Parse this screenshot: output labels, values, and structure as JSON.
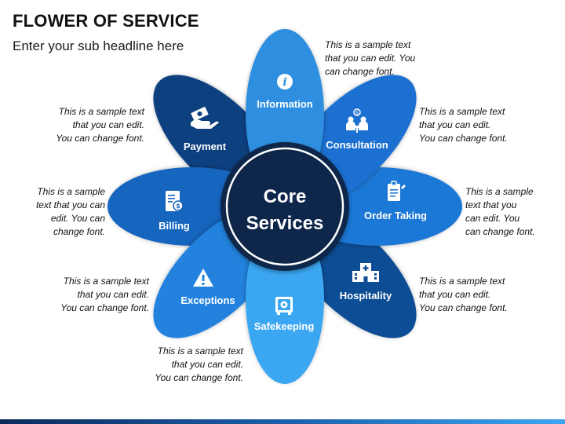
{
  "title": "FLOWER OF SERVICE",
  "subtitle": "Enter your sub headline here",
  "center": {
    "line1": "Core",
    "line2": "Services"
  },
  "petals": [
    {
      "label": "Information",
      "icon": "info-icon",
      "color": "#2f8fe0"
    },
    {
      "label": "Consultation",
      "icon": "meeting-icon",
      "color": "#1c6fd1"
    },
    {
      "label": "Order Taking",
      "icon": "clipboard-icon",
      "color": "#1f78d6"
    },
    {
      "label": "Hospitality",
      "icon": "hospital-icon",
      "color": "#0f4e95"
    },
    {
      "label": "Safekeeping",
      "icon": "safe-icon",
      "color": "#3aa7f2"
    },
    {
      "label": "Exceptions",
      "icon": "warning-icon",
      "color": "#2382dd"
    },
    {
      "label": "Billing",
      "icon": "bill-icon",
      "color": "#1765bf"
    },
    {
      "label": "Payment",
      "icon": "payment-icon",
      "color": "#0d3f7f"
    }
  ],
  "descriptions": {
    "information": "This is a sample text\nthat you can edit. You\ncan change font.",
    "consultation": "This is a sample text\nthat you can edit.\nYou can change font.",
    "order_taking": "This is a sample\ntext that you\ncan edit. You\ncan change font.",
    "hospitality": "This is a sample text\nthat you can edit.\nYou can change font.",
    "safekeeping": "This is a sample text\nthat you can edit.\nYou can change font.",
    "exceptions": "This is a sample text\nthat you can edit.\nYou can change font.",
    "billing": "This is a sample\ntext that you can\nedit. You can\nchange font.",
    "payment": "This is a sample text\nthat you can edit.\nYou can change font."
  },
  "colors": {
    "center_fill": "#0b2748",
    "center_ring": "#ffffff",
    "dark_navy": "#0d3f7f",
    "light_blue": "#3aa7f2"
  }
}
